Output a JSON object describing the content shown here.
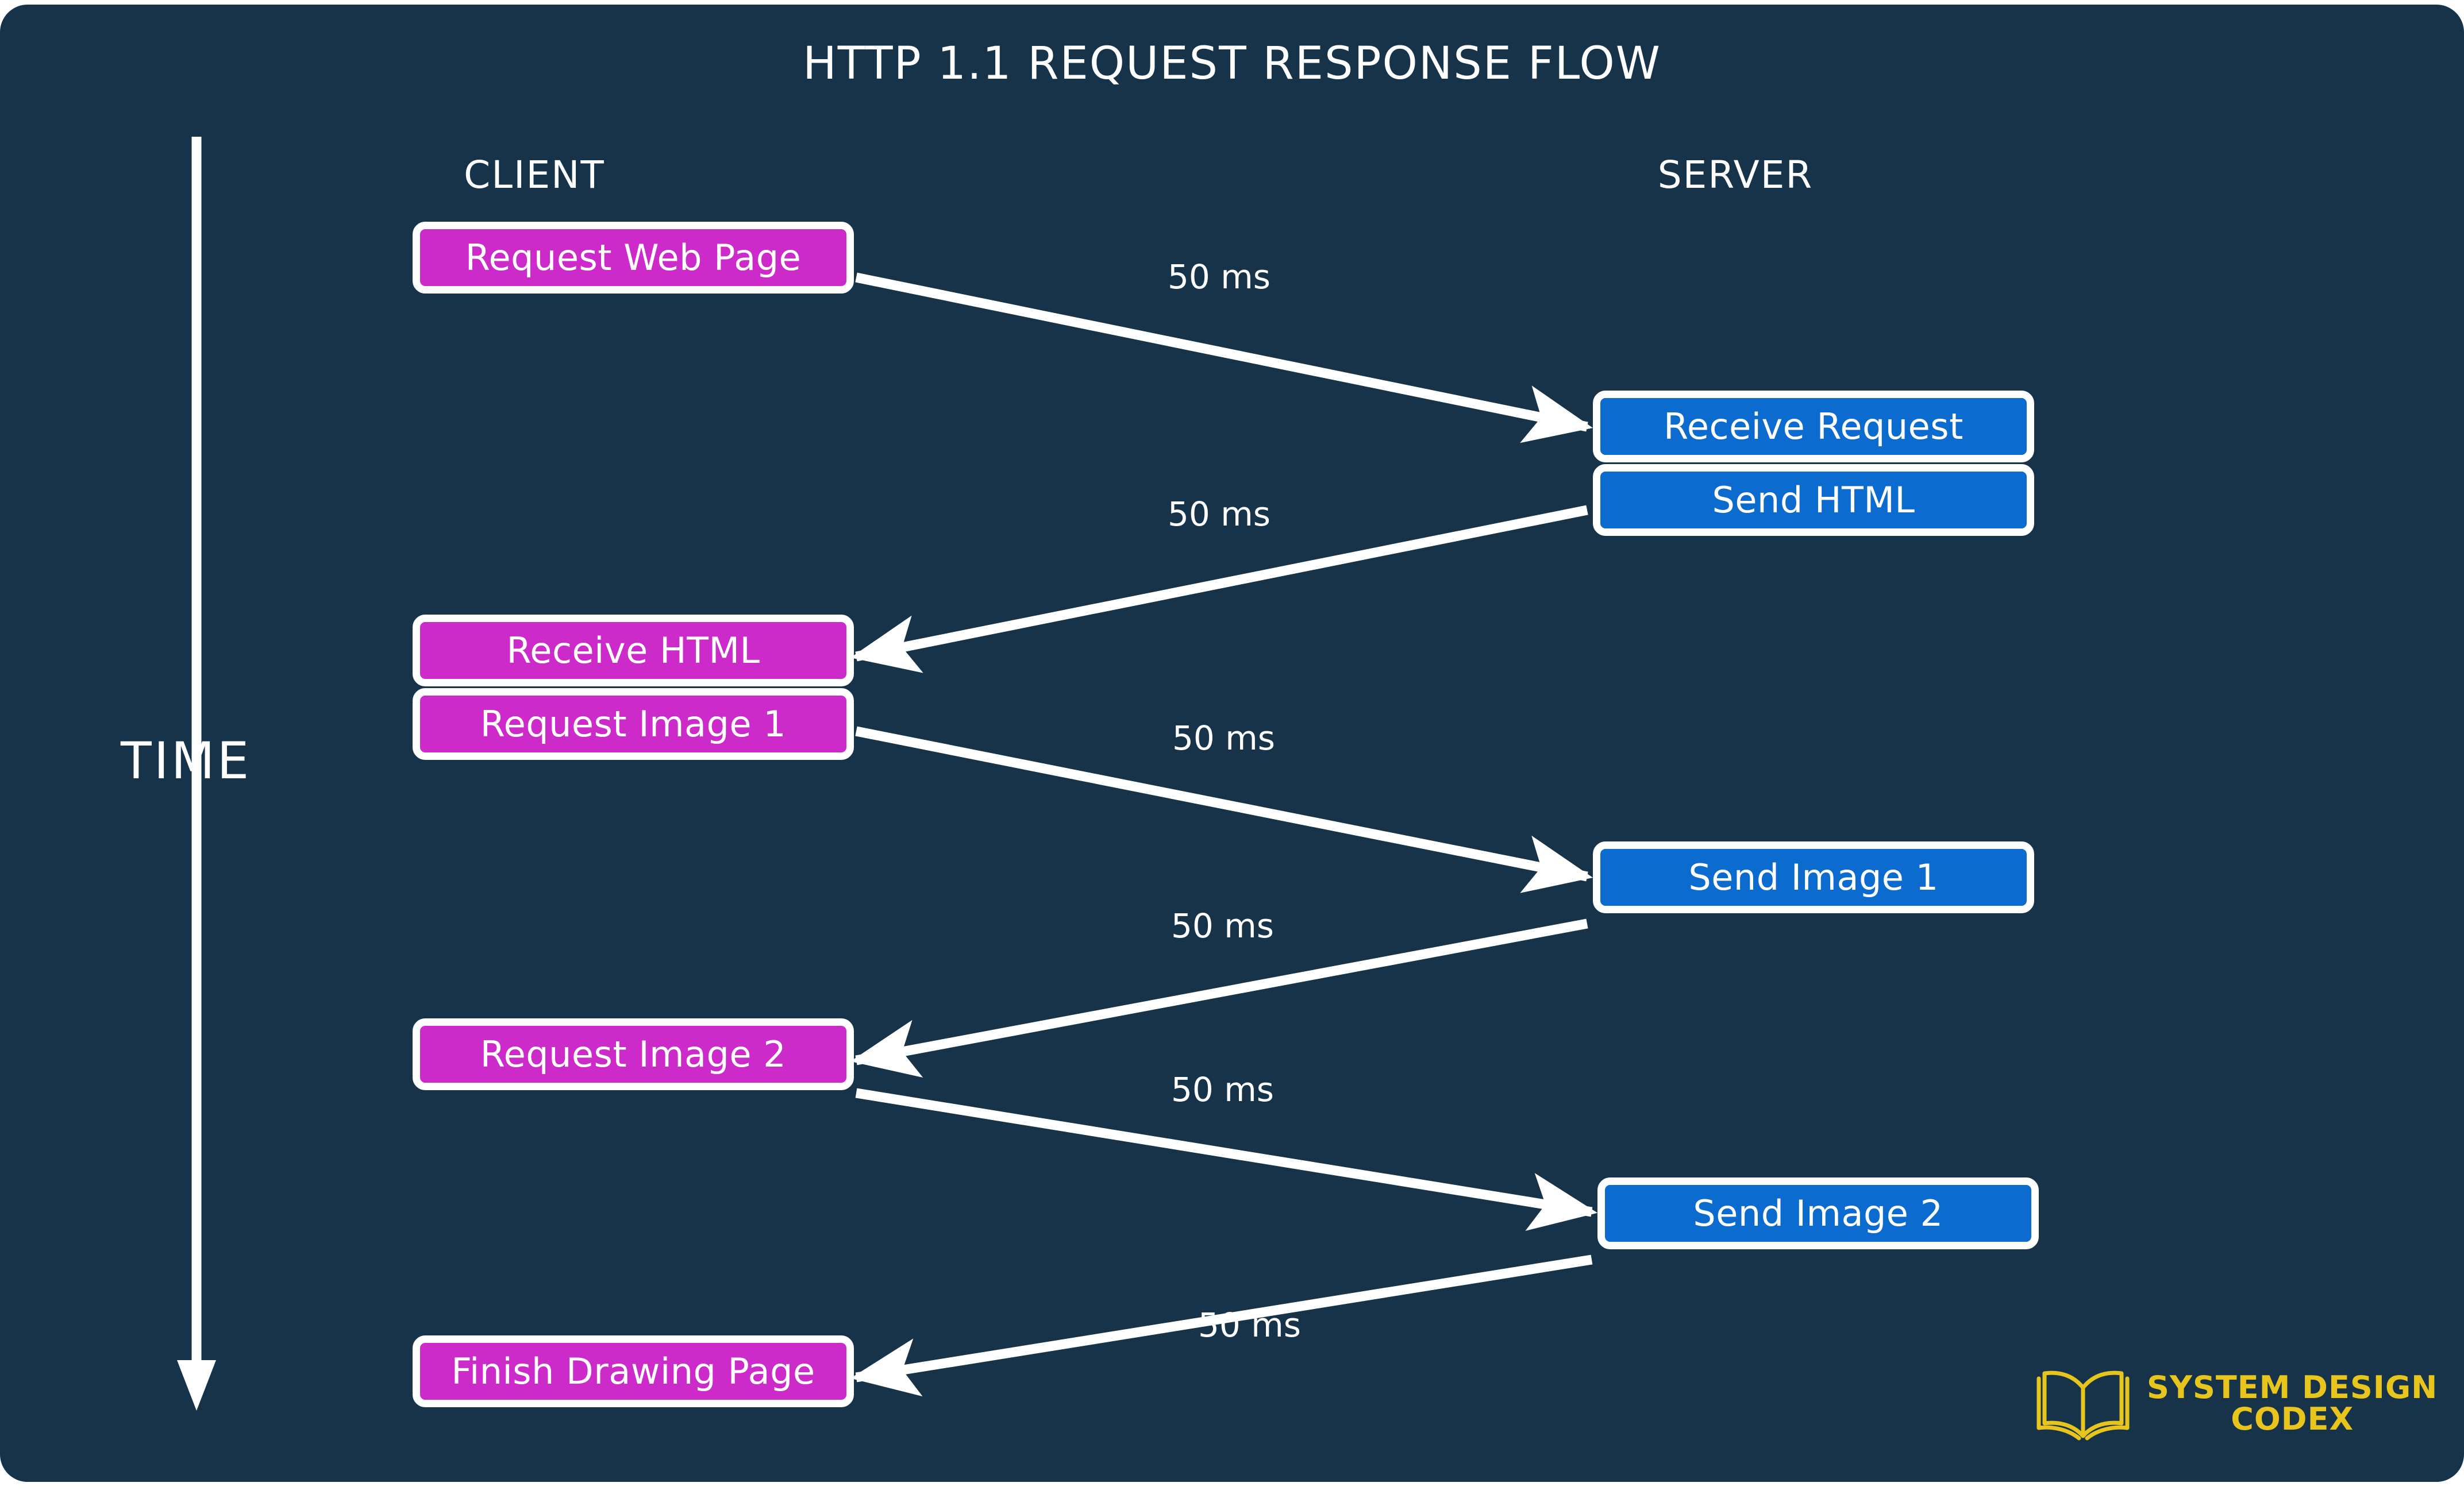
{
  "diagram": {
    "title": "HTTP 1.1 REQUEST RESPONSE FLOW",
    "background_color": "#16334A",
    "client_color": "#CC2BC9",
    "server_color": "#0B6BCE",
    "stroke_color": "#FFFFFF",
    "logo_color": "#E8C51C"
  },
  "axis": {
    "label": "TIME",
    "direction": "downward"
  },
  "columns": {
    "client_label": "CLIENT",
    "server_label": "SERVER"
  },
  "nodes": {
    "client": [
      {
        "id": "request-web-page",
        "label": "Request Web Page"
      },
      {
        "id": "receive-html",
        "label": "Receive HTML"
      },
      {
        "id": "request-image-1",
        "label": "Request Image 1"
      },
      {
        "id": "request-image-2",
        "label": "Request Image 2"
      },
      {
        "id": "finish-drawing-page",
        "label": "Finish Drawing Page"
      }
    ],
    "server": [
      {
        "id": "receive-request",
        "label": "Receive Request"
      },
      {
        "id": "send-html",
        "label": "Send HTML"
      },
      {
        "id": "send-image-1",
        "label": "Send Image 1"
      },
      {
        "id": "send-image-2",
        "label": "Send Image 2"
      }
    ]
  },
  "latencies": [
    {
      "id": "lat-1",
      "label": "50 ms",
      "from": "request-web-page",
      "to": "receive-request"
    },
    {
      "id": "lat-2",
      "label": "50 ms",
      "from": "send-html",
      "to": "receive-html"
    },
    {
      "id": "lat-3",
      "label": "50 ms",
      "from": "request-image-1",
      "to": "send-image-1"
    },
    {
      "id": "lat-4",
      "label": "50 ms",
      "from": "send-image-1",
      "to": "request-image-2"
    },
    {
      "id": "lat-5",
      "label": "50 ms",
      "from": "request-image-2",
      "to": "send-image-2"
    },
    {
      "id": "lat-6",
      "label": "50 ms",
      "from": "send-image-2",
      "to": "finish-drawing-page"
    }
  ],
  "logo": {
    "line1": "SYSTEM DESIGN",
    "line2": "CODEX",
    "icon": "open-book-icon"
  }
}
